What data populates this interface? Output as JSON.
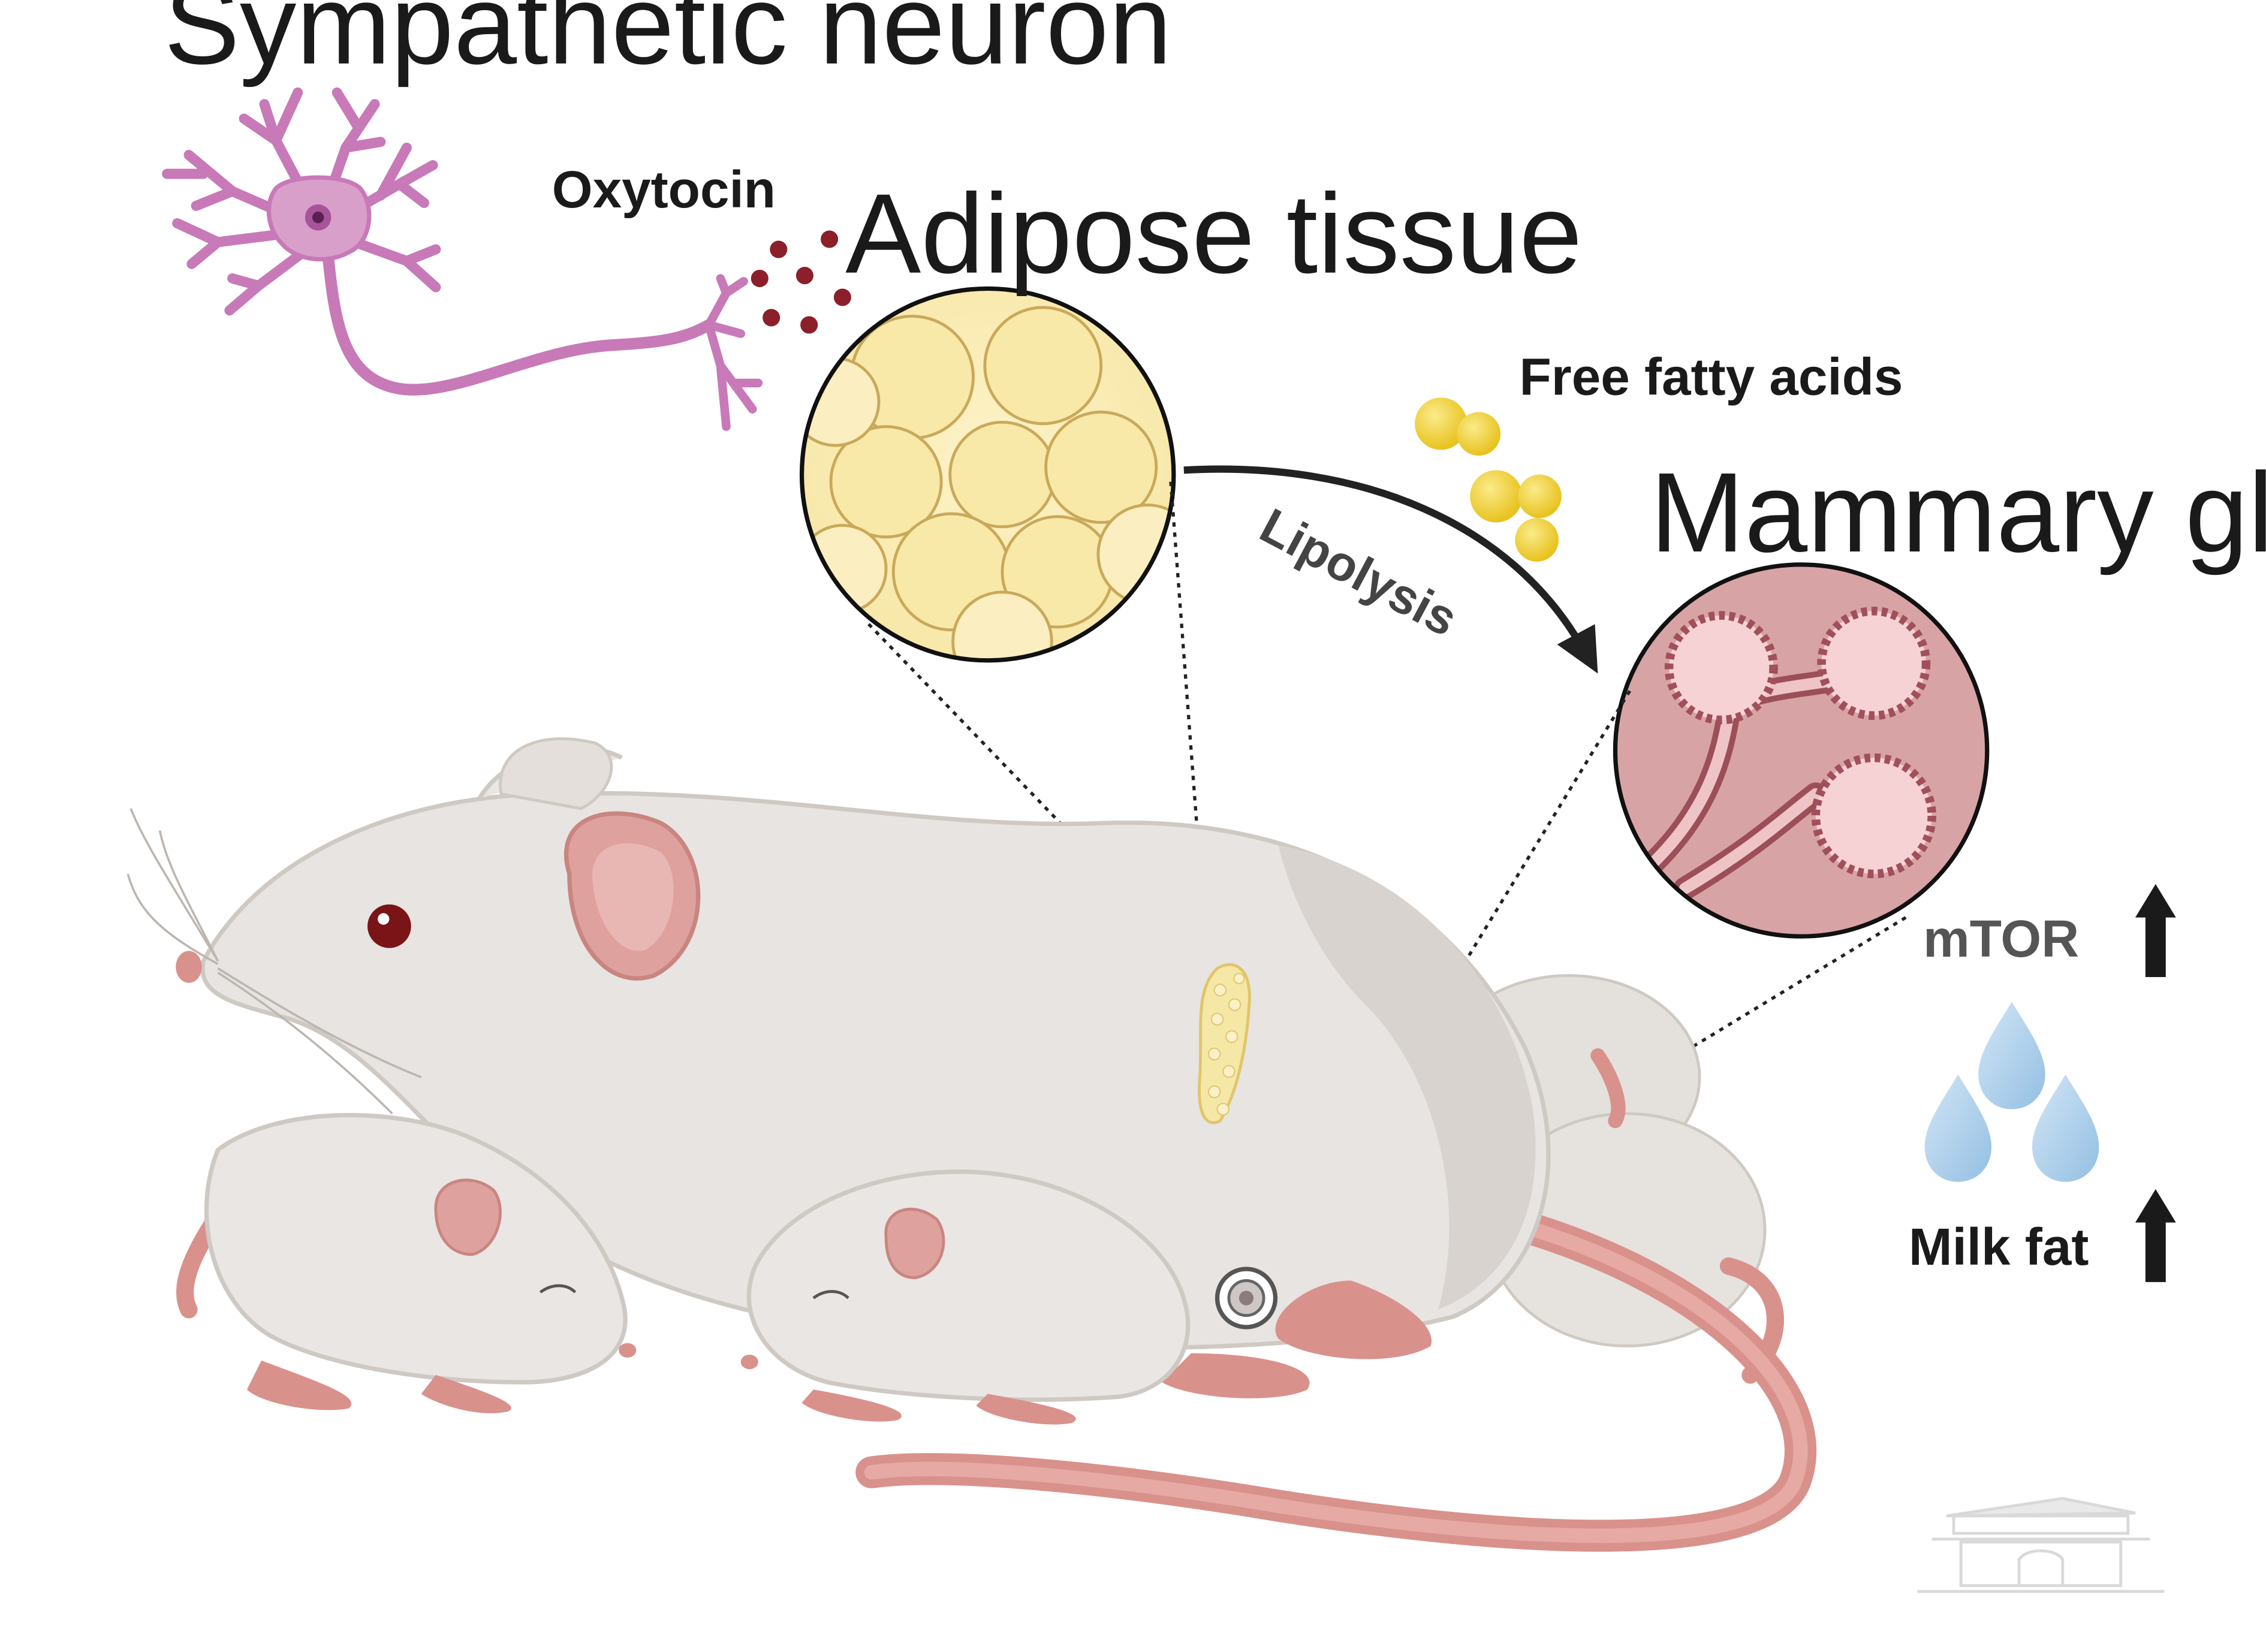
{
  "labels": {
    "neuron": "Sympathetic neuron",
    "oxytocin": "Oxytocin",
    "adipose": "Adipose tissue",
    "ffa": "Free fatty acids",
    "lipolysis": "Lipolysis",
    "mammary": "Mammary gland",
    "mtor": "mTOR",
    "milkfat": "Milk fat"
  },
  "icons": [
    "neuron-icon",
    "oxytocin-dots-icon",
    "adipose-cells-icon",
    "fatty-acid-droplets-icon",
    "mammary-gland-icon",
    "up-arrow-icon",
    "milk-drop-icon",
    "mouse-mother-icon",
    "mouse-pup-icon",
    "watermark-building-icon"
  ],
  "colors": {
    "neuron": "#c879b8",
    "oxytocin": "#8b1f2a",
    "adipose": "#fbeeb8",
    "adipose_cell": "#f6e5a1",
    "ffa": "#f3d02c",
    "mammary_bg": "#d7a0a3",
    "mammary_lumen": "#f6cfd2",
    "milk": "#a9cdea",
    "mouse_body": "#e9e6e3",
    "mouse_pink": "#d9918c",
    "text": "#1a1a1a"
  }
}
